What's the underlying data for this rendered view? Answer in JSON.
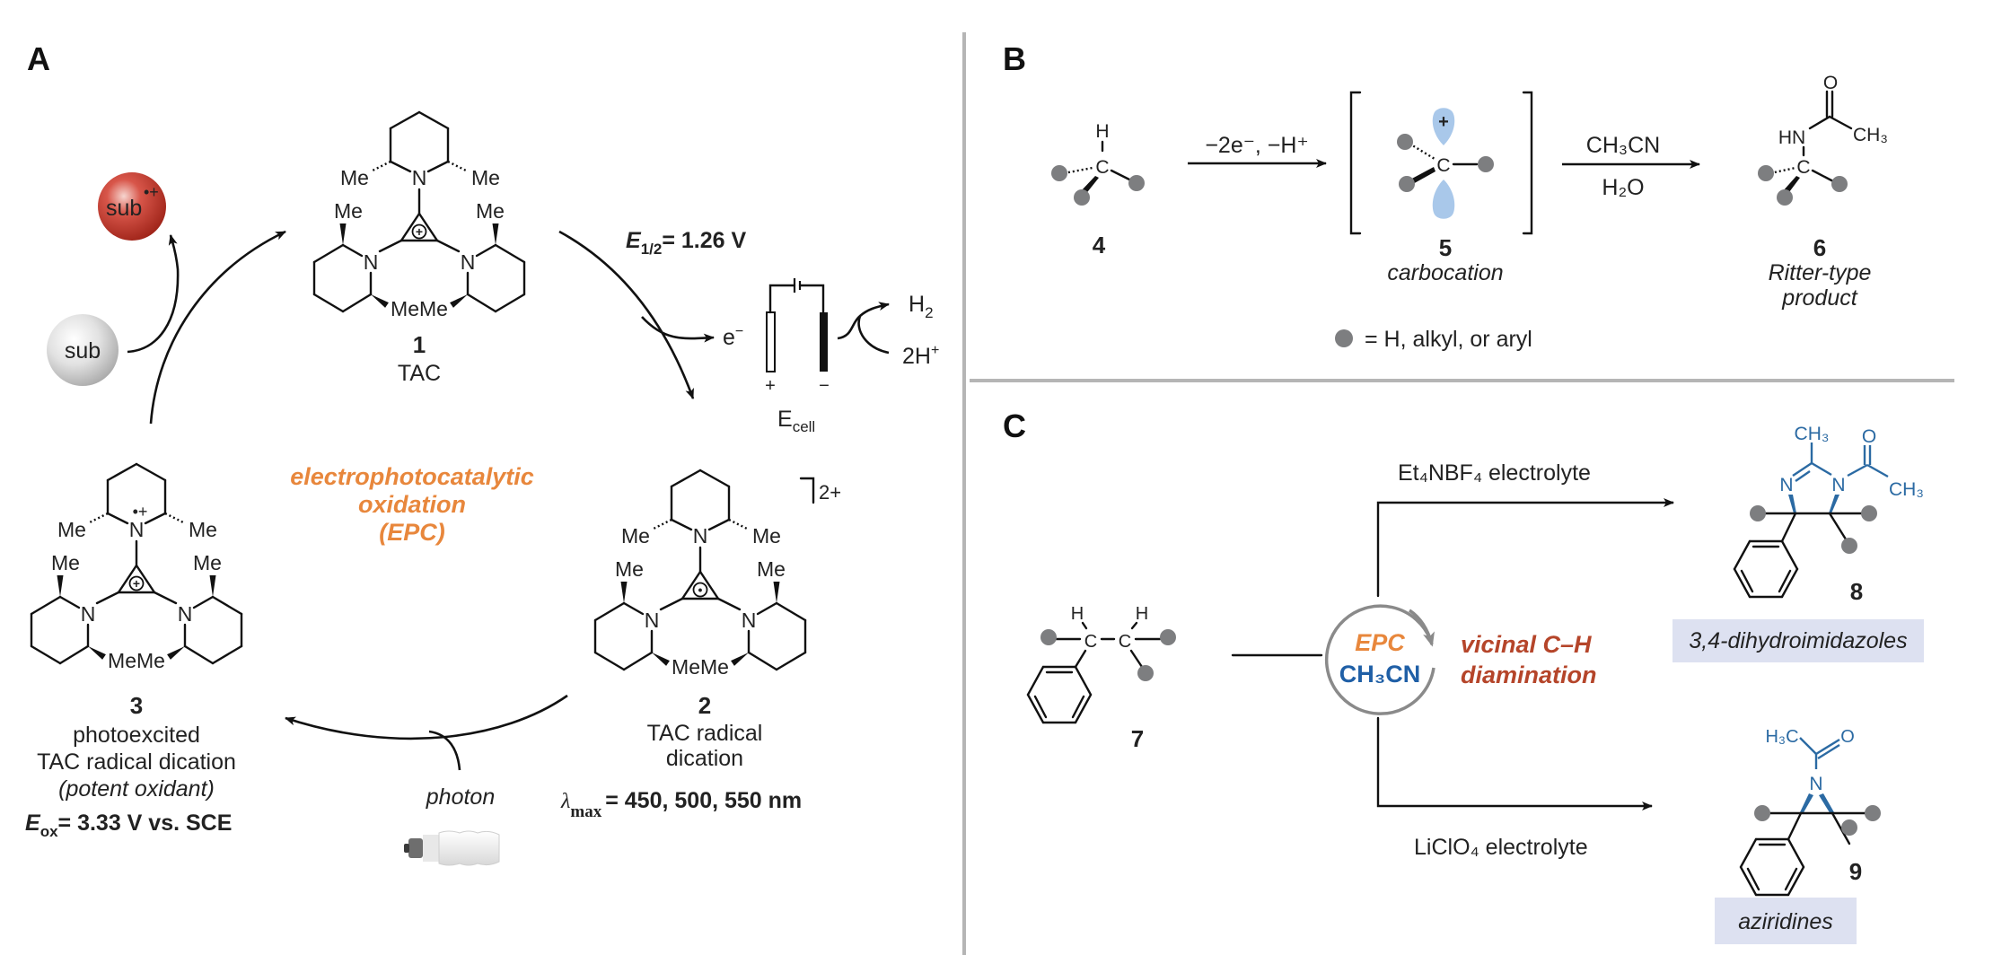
{
  "panels": {
    "A": {
      "letter": "A",
      "substrate": "sub",
      "substrate_radical_cation": "sub",
      "substrate_radical_cation_charge": "•+",
      "compound1": {
        "number": "1",
        "name": "TAC",
        "center_charge": "+"
      },
      "compound2": {
        "number": "2",
        "name_line1": "TAC radical",
        "name_line2": "dication",
        "charge": "2+",
        "center_symbol": "•",
        "lambda_symbol": "λ",
        "lambda_sub": "max",
        "lambda_values": "= 450, 500, 550 nm"
      },
      "compound3": {
        "number": "3",
        "line1": "photoexcited",
        "line2": "TAC radical dication",
        "line3": "(potent oxidant)",
        "n_charge": "•+",
        "center_charge": "+",
        "eox_symbol": "E",
        "eox_sub": "ox",
        "eox_value": "= 3.33 V vs. SCE"
      },
      "e_half_symbol": "E",
      "e_half_sub": "1/2",
      "e_half_value": "= 1.26 V",
      "electron": "e",
      "electron_sup": "−",
      "h2": "H",
      "h2_sub": "2",
      "protons": "2H",
      "protons_sup": "+",
      "electrode_plus": "+",
      "electrode_minus": "−",
      "ecell": "E",
      "ecell_sub": "cell",
      "center_title": [
        "electrophotocatalytic",
        "oxidation",
        "(EPC)"
      ],
      "photon": "photon",
      "me": "Me",
      "n": "N",
      "colors": {
        "orange": "#e8873c",
        "sub_red": "#c0392b",
        "sub_grey": "#d9d9d9"
      }
    },
    "B": {
      "letter": "B",
      "step1_conditions": "−2e⁻, −H⁺",
      "step2_reagent_top": "CH₃CN",
      "step2_reagent_bottom": "H₂O",
      "compound4": {
        "number": "4",
        "atom_h": "H",
        "atom_c": "C"
      },
      "compound5": {
        "number": "5",
        "name": "carbocation",
        "atom_c": "C",
        "lobe_charge": "+"
      },
      "compound6": {
        "number": "6",
        "name_line1": "Ritter-type",
        "name_line2": "product",
        "atom_hn": "HN",
        "atom_c": "C",
        "atom_o": "O",
        "atom_ch3": "CH₃"
      },
      "legend": "= H, alkyl, or aryl",
      "colors": {
        "lobe": "#a9c8ea",
        "dot": "#7d7e80"
      }
    },
    "C": {
      "letter": "C",
      "compound7": {
        "number": "7",
        "atom_h": "H",
        "atom_c": "C"
      },
      "catalyst_line1": "EPC",
      "catalyst_line2": "CH₃CN",
      "reaction_line1": "vicinal C–H",
      "reaction_line2": "diamination",
      "top_conditions": "Et₄NBF₄ electrolyte",
      "bottom_conditions": "LiClO₄ electrolyte",
      "compound8": {
        "number": "8",
        "class": "3,4-dihydroimidazoles",
        "atom_n": "N",
        "atom_o": "O",
        "atom_ch3": "CH₃"
      },
      "compound9": {
        "number": "9",
        "class": "aziridines",
        "atom_n": "N",
        "atom_o": "O",
        "atom_h3c": "H₃C"
      },
      "colors": {
        "orange": "#e8873c",
        "blue": "#1f5fa6",
        "rust": "#b5452a",
        "chip": "#dde1f1",
        "structure_blue": "#2b6aa3"
      }
    }
  }
}
